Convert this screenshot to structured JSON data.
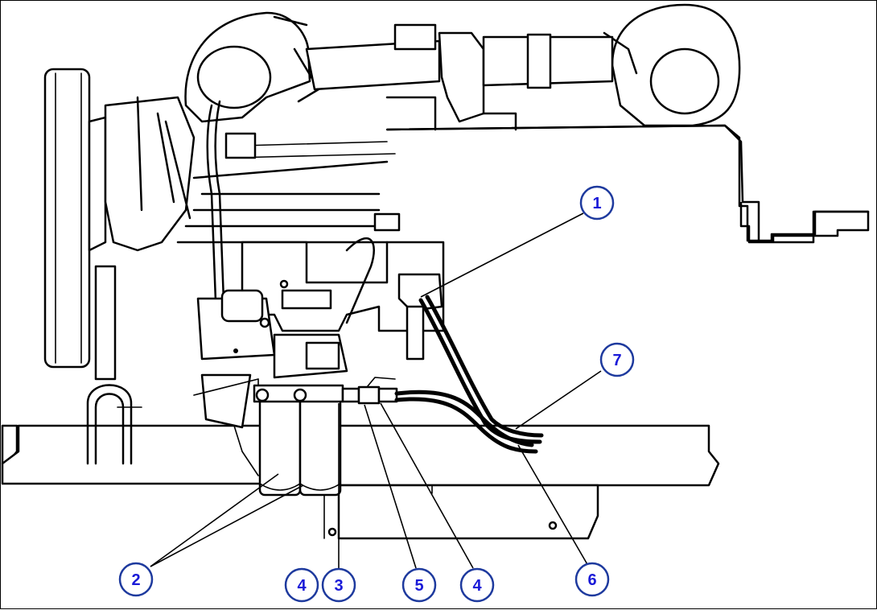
{
  "callouts": [
    {
      "id": "1",
      "label": "1"
    },
    {
      "id": "2",
      "label": "2"
    },
    {
      "id": "3",
      "label": "3"
    },
    {
      "id": "4a",
      "label": "4"
    },
    {
      "id": "4b",
      "label": "4"
    },
    {
      "id": "5",
      "label": "5"
    },
    {
      "id": "6",
      "label": "6"
    },
    {
      "id": "7",
      "label": "7"
    }
  ],
  "colors": {
    "callout_text": "#1a1ad8",
    "callout_ring": "#1e3a9e",
    "line_art": "#000000",
    "background": "#ffffff"
  }
}
